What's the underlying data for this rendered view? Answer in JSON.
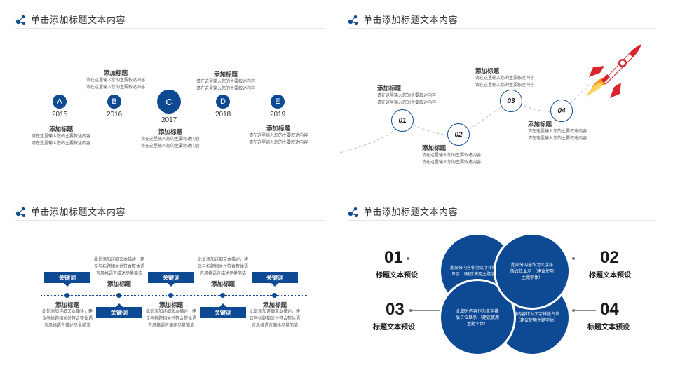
{
  "header_title": "单击添加标题文本内容",
  "q1": {
    "items": [
      {
        "letter": "A",
        "year": "2015"
      },
      {
        "letter": "B",
        "year": "2016"
      },
      {
        "letter": "C",
        "year": "2017"
      },
      {
        "letter": "D",
        "year": "2018"
      },
      {
        "letter": "E",
        "year": "2019"
      }
    ],
    "title": "添加标题",
    "desc_line1": "请在这里输入您的主要叙述内容",
    "desc_line2": "请在这里输入您的主要叙述内容"
  },
  "q2": {
    "steps": [
      "01",
      "02",
      "03",
      "04"
    ],
    "title": "添加标题",
    "desc_line1": "请在这里输入您的主要叙述内容",
    "desc_line2": "请在这里输入您的主要叙述内容"
  },
  "q3": {
    "keyword": "关键词",
    "title": "添加标题",
    "desc_line1": "此处添加详细文本描述，建",
    "desc_line2": "议与标题相关并符合整体语",
    "desc_line3": "言风格语言描述尽量简洁"
  },
  "q4": {
    "numbers": [
      "01",
      "02",
      "03",
      "04"
    ],
    "preset": "标题文本预设",
    "blob_line1": "此部分内容作为文字排版占位",
    "blob_line2": "显示 （建议使用主题字体）",
    "blob_b_line1": "此部分内容作为文字排",
    "blob_b_line2": "版占位显示 （建议使用",
    "blob_b_line3": "主题字体）",
    "blob_c_line1": "此部分内容作为文字排",
    "blob_c_line2": "版占位显示 （建议使用",
    "blob_c_line3": "主题字体）",
    "blob_d_line1": "此部分内容作为文字排版占位",
    "blob_d_line2": "显示 （建议使用主题字体）"
  },
  "colors": {
    "accent": "#0e4a94",
    "text": "#333333"
  }
}
